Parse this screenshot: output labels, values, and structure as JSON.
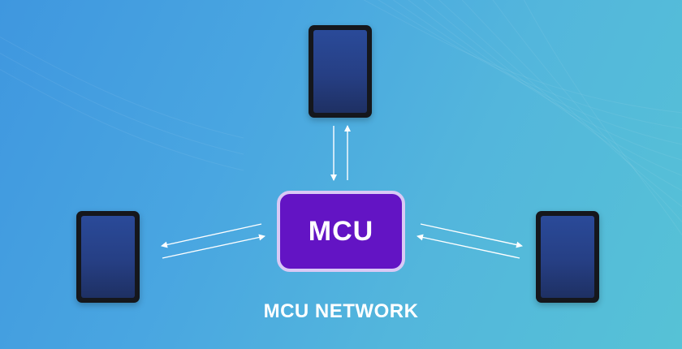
{
  "diagram": {
    "hub_label": "MCU",
    "caption": "MCU NETWORK",
    "nodes": [
      {
        "id": "top",
        "icon": "tablet-icon"
      },
      {
        "id": "left",
        "icon": "tablet-icon"
      },
      {
        "id": "right",
        "icon": "tablet-icon"
      }
    ],
    "edges": [
      {
        "from": "hub",
        "to": "top",
        "direction": "bidirectional"
      },
      {
        "from": "hub",
        "to": "left",
        "direction": "bidirectional"
      },
      {
        "from": "hub",
        "to": "right",
        "direction": "bidirectional"
      }
    ]
  },
  "colors": {
    "hub_fill": "#6314c4",
    "hub_border": "#d9c9f5",
    "background_start": "#3f97df",
    "background_end": "#56c2d6",
    "arrow": "#ffffff"
  }
}
